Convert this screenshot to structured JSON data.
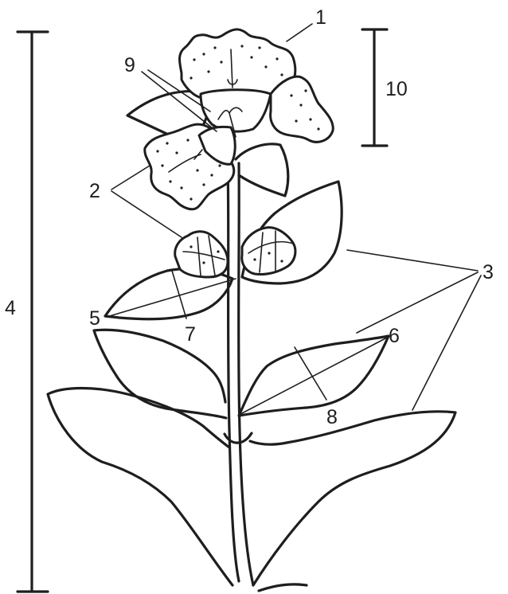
{
  "labels": {
    "l1": "1",
    "l2": "2",
    "l3": "3",
    "l4": "4",
    "l5": "5",
    "l6": "6",
    "l7": "7",
    "l8": "8",
    "l9": "9",
    "l10": "10"
  },
  "colors": {
    "ink": "#1e1e1e",
    "background": "#ffffff"
  }
}
